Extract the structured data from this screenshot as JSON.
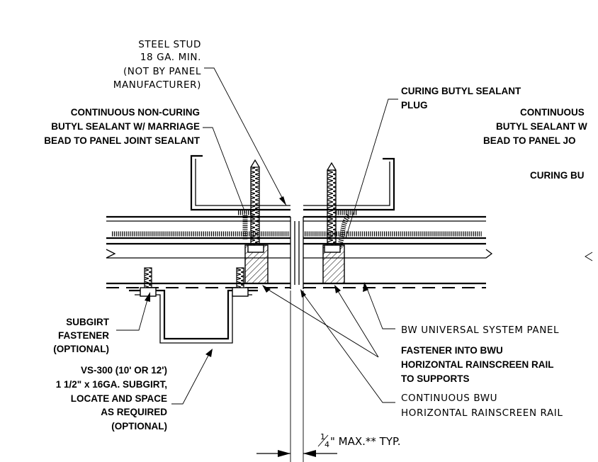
{
  "labels": {
    "steel_stud": [
      "STEEL STUD",
      "18 GA. MIN.",
      "(NOT BY PANEL",
      "MANUFACTURER)"
    ],
    "non_curing_sealant": [
      "CONTINUOUS NON-CURING",
      "BUTYL SEALANT W/ MARRIAGE",
      "BEAD TO PANEL JOINT SEALANT"
    ],
    "curing_plug": [
      "CURING BUTYL SEALANT",
      "PLUG"
    ],
    "non_curing_sealant_right": [
      "CONTINUOUS",
      "BUTYL SEALANT W",
      "BEAD TO PANEL JO"
    ],
    "curing_right": "CURING BU",
    "subgirt_fastener": [
      "SUBGIRT",
      "FASTENER",
      "(OPTIONAL)"
    ],
    "vs300": [
      "VS-300 (10' OR 12')",
      "1 1/2\" x 16GA. SUBGIRT,",
      "LOCATE AND SPACE",
      "AS REQUIRED",
      "(OPTIONAL)"
    ],
    "bw_panel": "BW UNIVERSAL SYSTEM PANEL",
    "fastener_rail": [
      "FASTENER INTO BWU",
      "HORIZONTAL RAINSCREEN RAIL",
      "TO SUPPORTS"
    ],
    "rainscreen_rail": [
      "CONTINUOUS BWU",
      "HORIZONTAL RAINSCREEN RAIL"
    ],
    "gap_dim": {
      "numerator": "1",
      "denominator": "4",
      "text": "\" MAX.** TYP."
    }
  }
}
